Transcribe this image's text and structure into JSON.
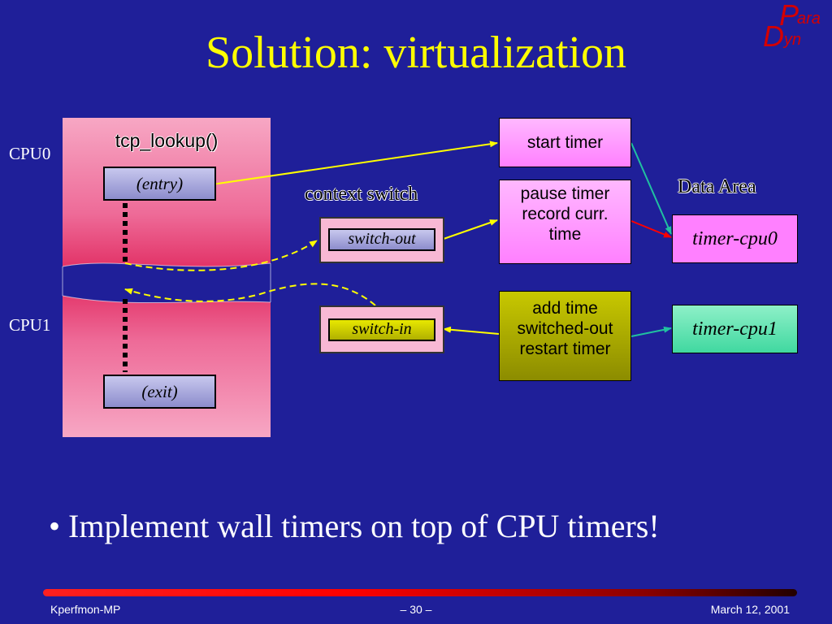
{
  "slide": {
    "title": "Solution: virtualization",
    "bullet": "Implement wall timers on top of CPU timers!"
  },
  "logo": {
    "letters": [
      "P",
      "ara",
      "D",
      "yn"
    ]
  },
  "diagram": {
    "function_name": "tcp_lookup()",
    "cpu0_label": "CPU0",
    "cpu1_label": "CPU1",
    "entry_label": "(entry)",
    "exit_label": "(exit)",
    "context_switch_label": "context switch",
    "switch_out_label": "switch-out",
    "switch_in_label": "switch-in",
    "start_timer_label": "start timer",
    "pause_timer_lines": [
      "pause timer",
      "record curr.",
      "time"
    ],
    "add_time_lines": [
      "add time",
      "switched-out",
      "restart timer"
    ],
    "data_area_label": "Data Area",
    "timer_cpu0_label": "timer-cpu0",
    "timer_cpu1_label": "timer-cpu1"
  },
  "footer": {
    "left": "Kperfmon-MP",
    "center": "– 30 –",
    "right": "March 12, 2001"
  },
  "colors": {
    "background": "#1f1f99",
    "title": "#ffff00",
    "arrow_yellow": "#ffff00",
    "arrow_cyan": "#20c0a0",
    "arrow_red": "#ff0000",
    "timer_cpu0_fill": "#ff80ff",
    "timer_cpu1_fill": "#60e8b0",
    "logo": "#d40000"
  }
}
